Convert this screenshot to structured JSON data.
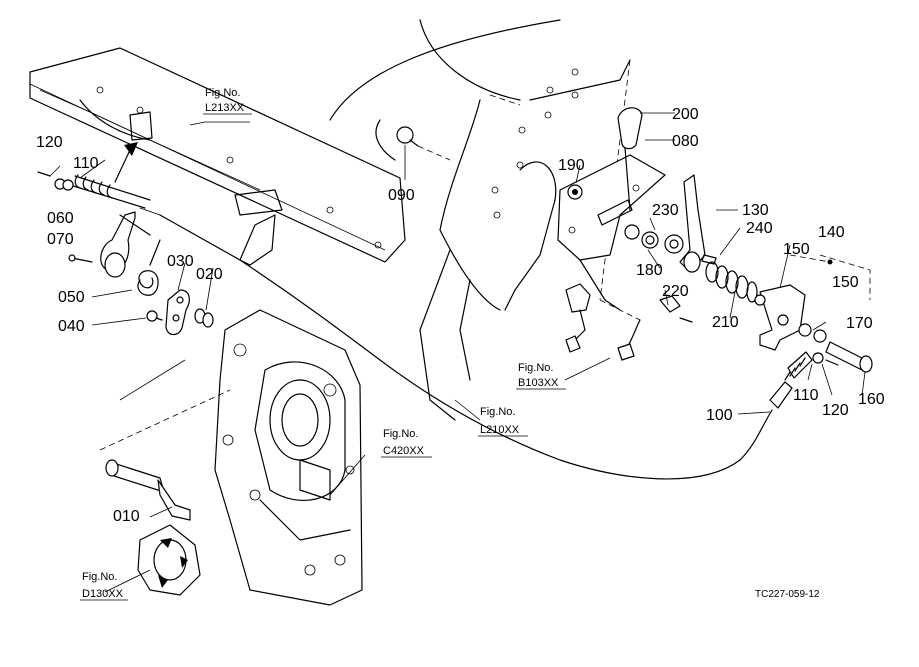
{
  "part_numbers": {
    "p010": "010",
    "p020": "020",
    "p030": "030",
    "p040": "040",
    "p050": "050",
    "p060": "060",
    "p070": "070",
    "p080": "080",
    "p090": "090",
    "p100": "100",
    "p110a": "110",
    "p110b": "110",
    "p120a": "120",
    "p120b": "120",
    "p130": "130",
    "p140": "140",
    "p150a": "150",
    "p150b": "150",
    "p160": "160",
    "p170": "170",
    "p180": "180",
    "p190": "190",
    "p200": "200",
    "p210": "210",
    "p220": "220",
    "p230": "230",
    "p240": "240"
  },
  "figure_refs": {
    "l213": {
      "label": "Fig.No.",
      "code": "L213XX"
    },
    "b103": {
      "label": "Fig.No.",
      "code": "B103XX"
    },
    "l210": {
      "label": "Fig.No.",
      "code": "L210XX"
    },
    "c420": {
      "label": "Fig.No.",
      "code": "C420XX"
    },
    "d130": {
      "label": "Fig.No.",
      "code": "D130XX"
    }
  },
  "drawing_code": "TC227-059-12"
}
